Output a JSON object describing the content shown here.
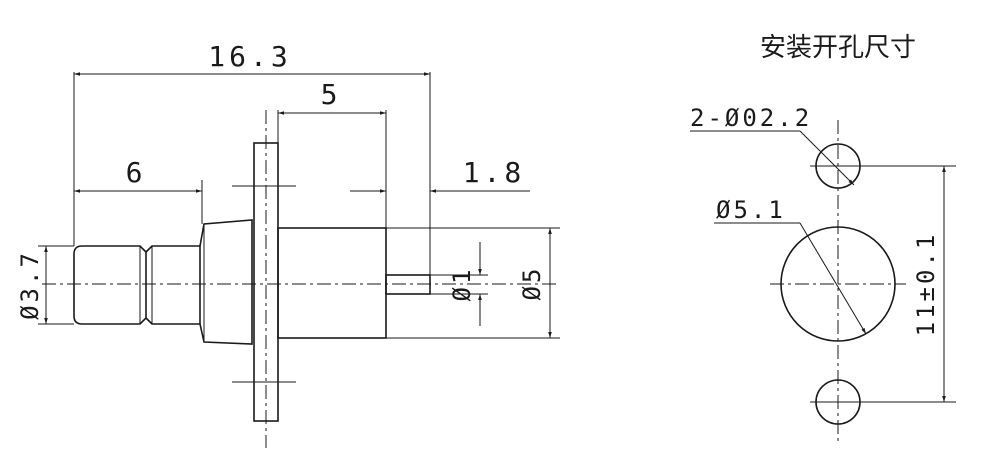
{
  "drawing": {
    "dim_overall_length": "16.3",
    "dim_body_length": "5",
    "dim_plug_length": "6",
    "dim_pin_length": "1.8",
    "dim_plug_dia": "Ø3.7",
    "dim_pin_dia": "Ø1",
    "dim_body_dia": "Ø5"
  },
  "cutout": {
    "title": "安装开孔尺寸",
    "dim_small_holes": "2-Ø02.2",
    "dim_center_hole": "Ø5.1",
    "dim_hole_spacing": "11±0.1"
  }
}
